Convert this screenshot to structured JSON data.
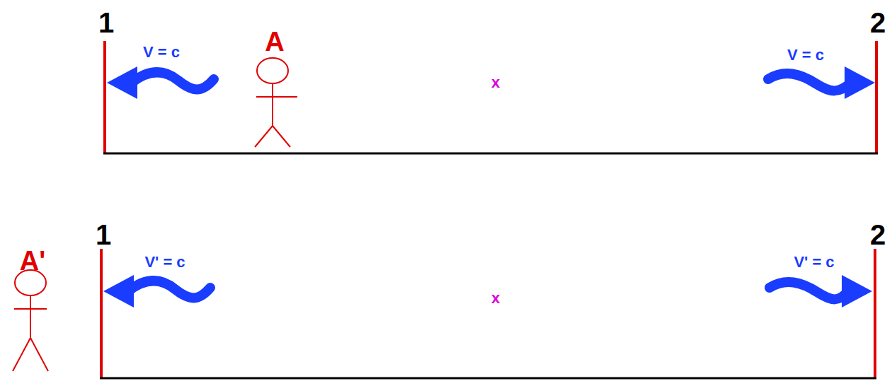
{
  "diagram": {
    "labels": [
      "1",
      "V = c",
      "A",
      "x",
      "V = c",
      "2",
      "1",
      "A'",
      "V' = c",
      "x",
      "V' = c",
      "2"
    ]
  }
}
